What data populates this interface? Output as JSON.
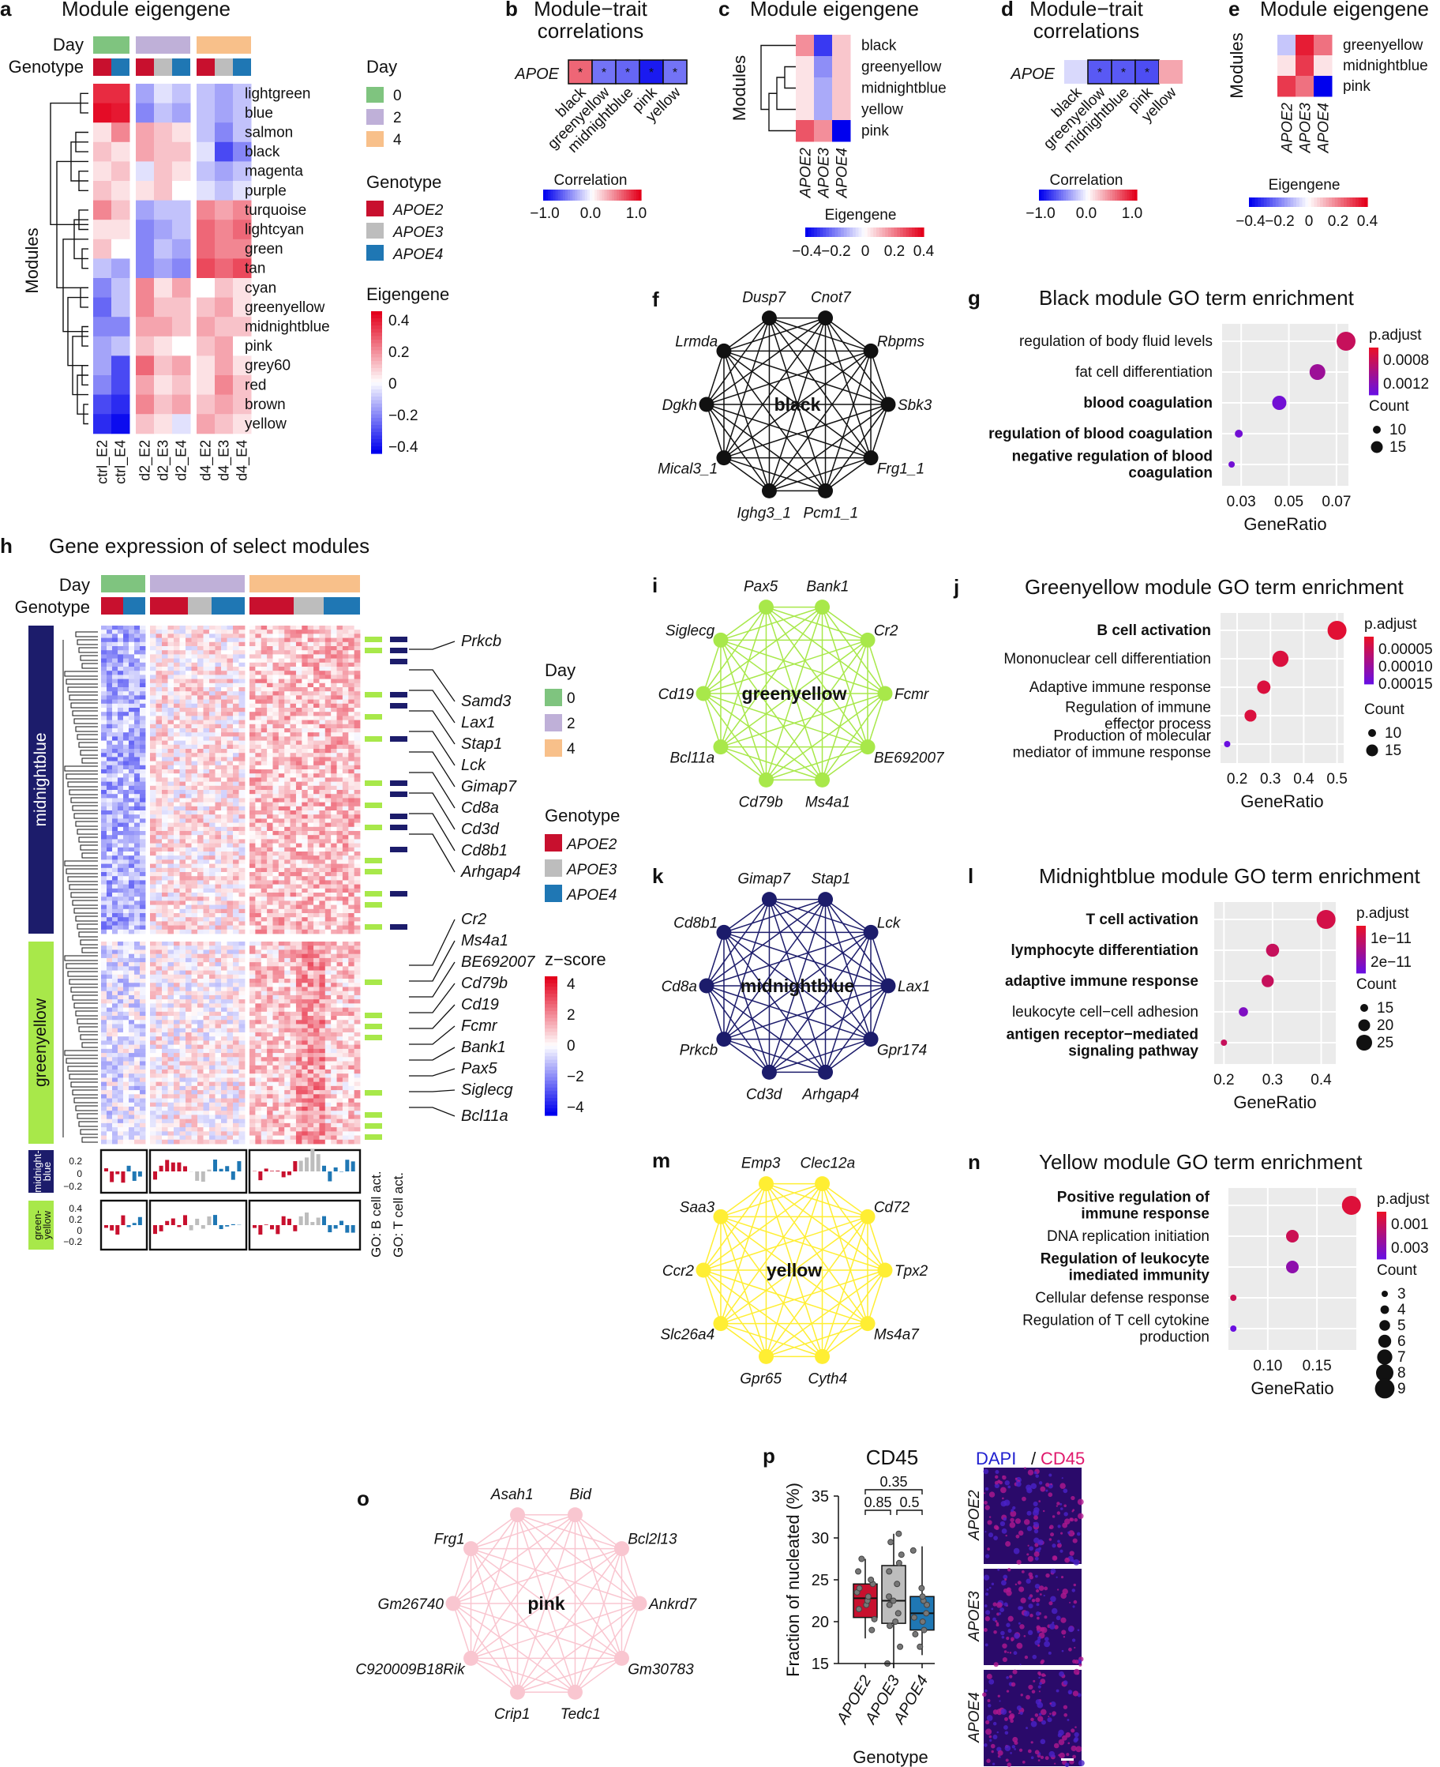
{
  "colors": {
    "day0": "#7fc47f",
    "day2": "#bfb0d8",
    "day4": "#f8c08a",
    "apoe2": "#c8102e",
    "apoe3": "#bdbdbd",
    "apoe4": "#1f77b4",
    "black": "#111111",
    "greenyellow": "#a8e84a",
    "midnightblue": "#1c1c6b",
    "yellow": "#ffee33",
    "pink": "#f9c6d0",
    "pos": "#d7191c",
    "neg": "#1010e0"
  },
  "panel_a": {
    "letter": "a",
    "title": "Module eigengene",
    "row_labels": [
      "Day",
      "Genotype"
    ],
    "y_label": "Modules",
    "modules": [
      "lightgreen",
      "blue",
      "salmon",
      "black",
      "magenta",
      "purple",
      "turquoise",
      "lightcyan",
      "green",
      "tan",
      "cyan",
      "greenyellow",
      "midnightblue",
      "pink",
      "grey60",
      "red",
      "brown",
      "yellow"
    ],
    "columns": [
      "ctrl_E2",
      "ctrl_E4",
      "d2_E2",
      "d2_E3",
      "d2_E4",
      "d4_E2",
      "d4_E3",
      "d4_E4"
    ],
    "col_day": [
      0,
      0,
      2,
      2,
      2,
      4,
      4,
      4
    ],
    "col_geno": [
      "APOE2",
      "APOE4",
      "APOE2",
      "APOE3",
      "APOE4",
      "APOE2",
      "APOE3",
      "APOE4"
    ],
    "values": [
      [
        0.35,
        0.35,
        -0.15,
        -0.05,
        -0.1,
        -0.1,
        -0.15,
        -0.1
      ],
      [
        0.4,
        0.38,
        -0.2,
        -0.1,
        -0.15,
        -0.1,
        -0.15,
        -0.1
      ],
      [
        0.05,
        0.2,
        0.15,
        0.1,
        0.05,
        -0.1,
        -0.2,
        -0.1
      ],
      [
        0.1,
        0.05,
        0.15,
        0.1,
        0.1,
        -0.05,
        -0.3,
        -0.2
      ],
      [
        0.05,
        0.1,
        -0.05,
        0.1,
        0.05,
        -0.1,
        -0.15,
        -0.1
      ],
      [
        0.1,
        0.05,
        0.05,
        0.1,
        0.0,
        -0.05,
        -0.1,
        -0.05
      ],
      [
        0.2,
        0.1,
        -0.15,
        -0.1,
        -0.1,
        0.2,
        0.15,
        0.2
      ],
      [
        0.05,
        0.05,
        -0.2,
        -0.15,
        -0.1,
        0.25,
        0.2,
        0.25
      ],
      [
        0.1,
        0.0,
        -0.2,
        -0.1,
        -0.15,
        0.25,
        0.2,
        0.2
      ],
      [
        -0.1,
        -0.15,
        -0.2,
        -0.15,
        -0.2,
        0.3,
        0.25,
        0.3
      ],
      [
        -0.2,
        -0.1,
        0.2,
        0.05,
        0.15,
        0.0,
        0.1,
        0.05
      ],
      [
        -0.25,
        -0.1,
        0.2,
        0.1,
        0.1,
        0.1,
        0.15,
        0.05
      ],
      [
        -0.2,
        -0.2,
        0.15,
        0.15,
        0.1,
        0.15,
        0.1,
        0.1
      ],
      [
        -0.15,
        -0.1,
        0.1,
        0.05,
        0.0,
        0.1,
        0.15,
        0.0
      ],
      [
        -0.15,
        -0.3,
        0.25,
        0.1,
        0.15,
        0.05,
        0.15,
        0.05
      ],
      [
        -0.2,
        -0.3,
        0.15,
        0.05,
        0.1,
        0.05,
        0.2,
        0.1
      ],
      [
        -0.3,
        -0.35,
        0.2,
        0.1,
        0.15,
        0.1,
        0.15,
        0.1
      ],
      [
        -0.35,
        -0.4,
        0.1,
        0.05,
        -0.05,
        0.15,
        0.1,
        0.05
      ]
    ],
    "legend_day_title": "Day",
    "legend_day": [
      "0",
      "2",
      "4"
    ],
    "legend_geno_title": "Genotype",
    "legend_geno": [
      "APOE2",
      "APOE3",
      "APOE4"
    ],
    "legend_eig_title": "Eigengene",
    "legend_eig_ticks": [
      "0.4",
      "0.2",
      "0",
      "−0.2",
      "−0.4"
    ]
  },
  "panel_b": {
    "letter": "b",
    "title_lines": [
      "Module−trait",
      "correlations"
    ],
    "row": "APOE",
    "cols": [
      "black",
      "greenyellow",
      "midnightblue",
      "pink",
      "yellow"
    ],
    "values": [
      0.6,
      -0.55,
      -0.6,
      -0.9,
      -0.55
    ],
    "stars": [
      "*",
      "*",
      "*",
      "*",
      "*"
    ],
    "legend_title": "Correlation",
    "legend_ticks": [
      "−1.0",
      "0.0",
      "1.0"
    ]
  },
  "panel_c": {
    "letter": "c",
    "title": "Module eigengene",
    "y_label": "Modules",
    "rows": [
      "black",
      "greenyellow",
      "midnightblue",
      "yellow",
      "pink"
    ],
    "cols": [
      "APOE2",
      "APOE3",
      "APOE4"
    ],
    "values": [
      [
        0.2,
        -0.35,
        0.1
      ],
      [
        0.05,
        -0.2,
        0.1
      ],
      [
        0.05,
        -0.15,
        0.1
      ],
      [
        0.05,
        -0.15,
        0.1
      ],
      [
        0.3,
        0.2,
        -0.45
      ]
    ],
    "legend_title": "Eigengene",
    "legend_ticks": [
      "−0.4",
      "−0.2",
      "0",
      "0.2",
      "0.4"
    ]
  },
  "panel_d": {
    "letter": "d",
    "title_lines": [
      "Module−trait",
      "correlations"
    ],
    "row": "APOE",
    "cols": [
      "black",
      "greenyellow",
      "midnightblue",
      "pink",
      "yellow"
    ],
    "values": [
      -0.15,
      -0.65,
      -0.65,
      -0.7,
      0.35
    ],
    "stars": [
      "",
      "*",
      "*",
      "*",
      ""
    ],
    "legend_title": "Correlation",
    "legend_ticks": [
      "−1.0",
      "0.0",
      "1.0"
    ]
  },
  "panel_e": {
    "letter": "e",
    "title": "Module eigengene",
    "y_label": "Modules",
    "rows": [
      "greenyellow",
      "midnightblue",
      "pink"
    ],
    "cols": [
      "APOE2",
      "APOE3",
      "APOE4"
    ],
    "values": [
      [
        -0.1,
        0.4,
        0.25
      ],
      [
        0.05,
        0.35,
        0.05
      ],
      [
        0.35,
        0.25,
        -0.45
      ]
    ],
    "legend_title": "Eigengene",
    "legend_ticks": [
      "−0.4",
      "−0.2",
      "0",
      "0.2",
      "0.4"
    ]
  },
  "networks": [
    {
      "letter": "f",
      "module": "black",
      "genes": [
        "Dusp7",
        "Cnot7",
        "Rbpms",
        "Sbk3",
        "Frg1_1",
        "Pcm1_1",
        "Ighg3_1",
        "Mical3_1",
        "Dgkh",
        "Lrmda"
      ]
    },
    {
      "letter": "i",
      "module": "greenyellow",
      "genes": [
        "Pax5",
        "Bank1",
        "Cr2",
        "Fcmr",
        "BE692007",
        "Ms4a1",
        "Cd79b",
        "Bcl11a",
        "Cd19",
        "Siglecg"
      ]
    },
    {
      "letter": "k",
      "module": "midnightblue",
      "genes": [
        "Gimap7",
        "Stap1",
        "Lck",
        "Lax1",
        "Gpr174",
        "Arhgap4",
        "Cd3d",
        "Prkcb",
        "Cd8a",
        "Cd8b1"
      ]
    },
    {
      "letter": "m",
      "module": "yellow",
      "genes": [
        "Emp3",
        "Clec12a",
        "Cd72",
        "Tpx2",
        "Ms4a7",
        "Cyth4",
        "Gpr65",
        "Slc26a4",
        "Ccr2",
        "Saa3"
      ]
    },
    {
      "letter": "o",
      "module": "pink",
      "genes": [
        "Asah1",
        "Bid",
        "Bcl2l13",
        "Ankrd7",
        "Gm30783",
        "Tedc1",
        "Crip1",
        "C920009B18Rik",
        "Gm26740",
        "Frg1"
      ]
    }
  ],
  "panel_g": {
    "letter": "g",
    "title": "Black module GO term enrichment",
    "xlabel": "GeneRatio",
    "xticks": [
      "0.03",
      "0.05",
      "0.07"
    ],
    "xlim": [
      0.022,
      0.075
    ],
    "terms": [
      {
        "label_lines": [
          "regulation of body fluid levels"
        ],
        "bold": false,
        "ratio": 0.074,
        "count": 16,
        "padj": 0.0004
      },
      {
        "label_lines": [
          "fat cell differentiation"
        ],
        "bold": false,
        "ratio": 0.062,
        "count": 14,
        "padj": 0.0009
      },
      {
        "label_lines": [
          "blood coagulation"
        ],
        "bold": true,
        "ratio": 0.046,
        "count": 13,
        "padj": 0.0014
      },
      {
        "label_lines": [
          "regulation of blood coagulation"
        ],
        "bold": true,
        "ratio": 0.029,
        "count": 9,
        "padj": 0.0014
      },
      {
        "label_lines": [
          "negative regulation of blood",
          "coagulation"
        ],
        "bold": true,
        "ratio": 0.026,
        "count": 8,
        "padj": 0.0014
      }
    ],
    "padj_title": "p.adjust",
    "padj_ticks": [
      "0.0008",
      "0.0012"
    ],
    "count_title": "Count",
    "count_ticks": [
      "10",
      "15"
    ]
  },
  "panel_j": {
    "letter": "j",
    "title": "Greenyellow module GO term enrichment",
    "xlabel": "GeneRatio",
    "xticks": [
      "0.2",
      "0.3",
      "0.4",
      "0.5"
    ],
    "xlim": [
      0.15,
      0.52
    ],
    "terms": [
      {
        "label_lines": [
          "B cell activation"
        ],
        "bold": true,
        "ratio": 0.5,
        "count": 16,
        "padj": 1e-05
      },
      {
        "label_lines": [
          "Mononuclear cell differentiation"
        ],
        "bold": false,
        "ratio": 0.33,
        "count": 14,
        "padj": 2e-05
      },
      {
        "label_lines": [
          "Adaptive immune response"
        ],
        "bold": false,
        "ratio": 0.28,
        "count": 12,
        "padj": 2e-05
      },
      {
        "label_lines": [
          "Regulation of immune",
          "effector process"
        ],
        "bold": false,
        "ratio": 0.24,
        "count": 11,
        "padj": 2e-05
      },
      {
        "label_lines": [
          "Production of molecular",
          "mediator of immune response"
        ],
        "bold": false,
        "ratio": 0.17,
        "count": 7,
        "padj": 0.00018
      }
    ],
    "padj_title": "p.adjust",
    "padj_ticks": [
      "0.00005",
      "0.00010",
      "0.00015"
    ],
    "count_title": "Count",
    "count_ticks": [
      "10",
      "15"
    ]
  },
  "panel_l": {
    "letter": "l",
    "title": "Midnightblue module GO term enrichment",
    "xlabel": "GeneRatio",
    "xticks": [
      "0.2",
      "0.3",
      "0.4"
    ],
    "xlim": [
      0.18,
      0.43
    ],
    "terms": [
      {
        "label_lines": [
          "T cell activation"
        ],
        "bold": true,
        "ratio": 0.41,
        "count": 26,
        "padj": 5e-12
      },
      {
        "label_lines": [
          "lymphocyte differentiation"
        ],
        "bold": true,
        "ratio": 0.3,
        "count": 20,
        "padj": 8e-12
      },
      {
        "label_lines": [
          "adaptive immune response"
        ],
        "bold": true,
        "ratio": 0.29,
        "count": 19,
        "padj": 8e-12
      },
      {
        "label_lines": [
          "leukocyte cell−cell adhesion"
        ],
        "bold": false,
        "ratio": 0.24,
        "count": 16,
        "padj": 2.5e-11
      },
      {
        "label_lines": [
          "antigen receptor−mediated",
          "signaling pathway"
        ],
        "bold": true,
        "ratio": 0.2,
        "count": 13,
        "padj": 8e-12
      }
    ],
    "padj_title": "p.adjust",
    "padj_ticks": [
      "1e−11",
      "2e−11"
    ],
    "count_title": "Count",
    "count_ticks": [
      "15",
      "20",
      "25"
    ]
  },
  "panel_n": {
    "letter": "n",
    "title": "Yellow module GO term enrichment",
    "xlabel": "GeneRatio",
    "xticks": [
      "0.10",
      "0.15"
    ],
    "xlim": [
      0.06,
      0.19
    ],
    "terms": [
      {
        "label_lines": [
          "Positive regulation of",
          "immune response"
        ],
        "bold": true,
        "ratio": 0.185,
        "count": 9,
        "padj": 0.0003
      },
      {
        "label_lines": [
          "DNA replication initiation"
        ],
        "bold": false,
        "ratio": 0.125,
        "count": 6,
        "padj": 0.0008
      },
      {
        "label_lines": [
          "Regulation of leukocyte",
          "imediated immunity"
        ],
        "bold": true,
        "ratio": 0.125,
        "count": 6,
        "padj": 0.0025
      },
      {
        "label_lines": [
          "Cellular defense response"
        ],
        "bold": false,
        "ratio": 0.065,
        "count": 3,
        "padj": 0.0008
      },
      {
        "label_lines": [
          "Regulation of T cell cytokine",
          "production"
        ],
        "bold": false,
        "ratio": 0.065,
        "count": 3,
        "padj": 0.0035
      }
    ],
    "padj_title": "p.adjust",
    "padj_ticks": [
      "0.001",
      "0.003"
    ],
    "count_title": "Count",
    "count_ticks": [
      "3",
      "4",
      "5",
      "6",
      "7",
      "8",
      "9"
    ]
  },
  "panel_h": {
    "letter": "h",
    "title": "Gene expression of select modules",
    "row_labels": [
      "Day",
      "Genotype"
    ],
    "modules": [
      "midnightblue",
      "greenyellow"
    ],
    "module_boxes": [
      "midnight-\nblue",
      "green-\nyellow"
    ],
    "genes_mb": [
      "Prkcb",
      "Samd3",
      "Lax1",
      "Stap1",
      "Lck",
      "Gimap7",
      "Cd8a",
      "Cd3d",
      "Cd8b1",
      "Arhgap4"
    ],
    "genes_gy": [
      "Cr2",
      "Ms4a1",
      "BE692007",
      "Cd79b",
      "Cd19",
      "Fcmr",
      "Bank1",
      "Pax5",
      "Siglecg",
      "Bcl11a"
    ],
    "go_labels": [
      "GO: B cell act.",
      "GO: T cell act."
    ],
    "bar_ticks_mb": [
      "0.2",
      "0",
      "−0.2"
    ],
    "bar_ticks_gy": [
      "0.4",
      "0.2",
      "0",
      "−0.2"
    ],
    "legend_day_title": "Day",
    "legend_day": [
      "0",
      "2",
      "4"
    ],
    "legend_geno_title": "Genotype",
    "legend_geno": [
      "APOE2",
      "APOE3",
      "APOE4"
    ],
    "legend_z_title": "z−score",
    "legend_z_ticks": [
      "4",
      "2",
      "0",
      "−2",
      "−4"
    ]
  },
  "panel_p": {
    "letter": "p",
    "title": "CD45",
    "ylabel": "Fraction of nucleated (%)",
    "xlabel": "Genotype",
    "yticks": [
      "35",
      "30",
      "25",
      "20",
      "15"
    ],
    "ylim": [
      15,
      35
    ],
    "groups": [
      {
        "name": "APOE2",
        "q1": 20.5,
        "median": 22.8,
        "q3": 24.5,
        "min": 18,
        "max": 27.5,
        "points": [
          19,
          20.3,
          21.5,
          22,
          22.5,
          23,
          23.5,
          24,
          24.5,
          25,
          26,
          27.5
        ]
      },
      {
        "name": "APOE3",
        "q1": 19.8,
        "median": 22.5,
        "q3": 26.7,
        "min": 14.5,
        "max": 30.5,
        "points": [
          15,
          17,
          19.5,
          20,
          21,
          22,
          22.5,
          23,
          24.5,
          26,
          27,
          28,
          29.5,
          30.5
        ]
      },
      {
        "name": "APOE4",
        "q1": 19,
        "median": 21,
        "q3": 23,
        "min": 16,
        "max": 29,
        "points": [
          17,
          18.5,
          19,
          20,
          20.5,
          21,
          22,
          22.5,
          23,
          24,
          28.5
        ]
      }
    ],
    "pvals": [
      {
        "label": "0.35"
      },
      {
        "label": "0.85"
      },
      {
        "label": "0.5"
      }
    ],
    "micro_title_a": "DAPI",
    "micro_title_sep": " / ",
    "micro_title_b": "CD45",
    "micro_labels": [
      "APOE2",
      "APOE3",
      "APOE4"
    ]
  }
}
